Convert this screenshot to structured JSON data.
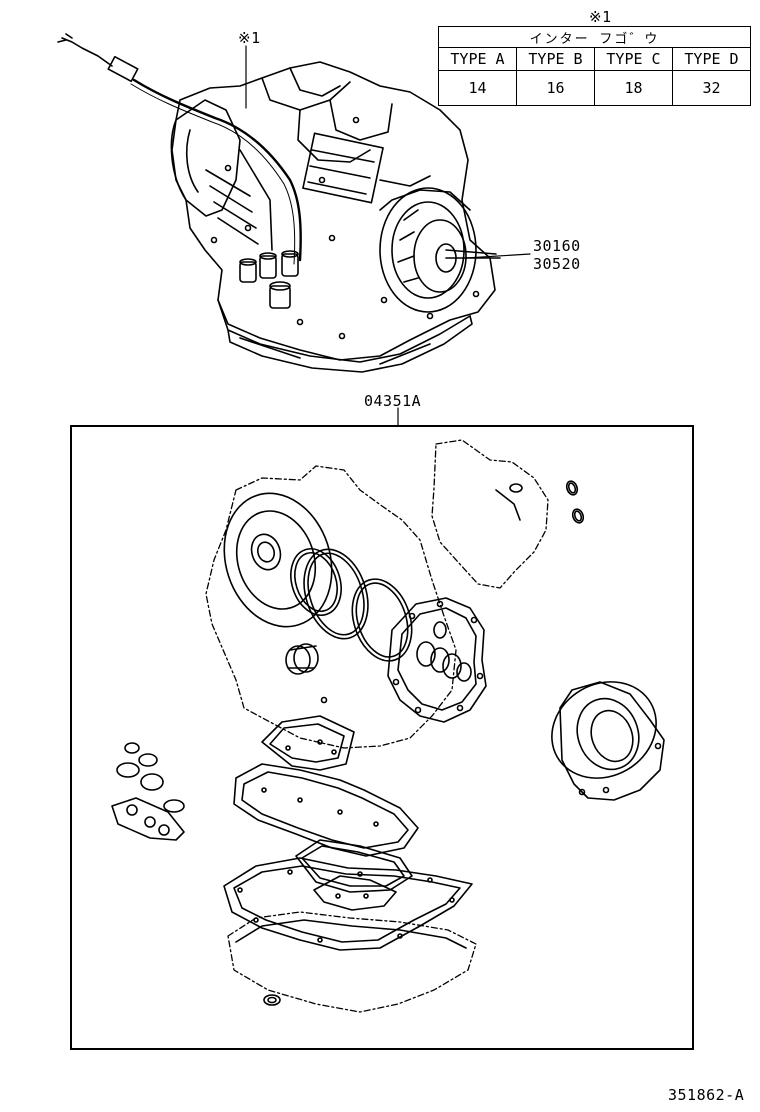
{
  "labels": {
    "note_marker_main": "※1",
    "note_marker_table": "※1",
    "part_number_1": "30160",
    "part_number_2": "30520",
    "kit_number": "04351A",
    "figure_code": "351862-A"
  },
  "type_table": {
    "header": "インター フゴ゛ウ",
    "types": [
      "TYPE  A",
      "TYPE  B",
      "TYPE  C",
      "TYPE  D"
    ],
    "values": [
      "14",
      "16",
      "18",
      "32"
    ]
  }
}
